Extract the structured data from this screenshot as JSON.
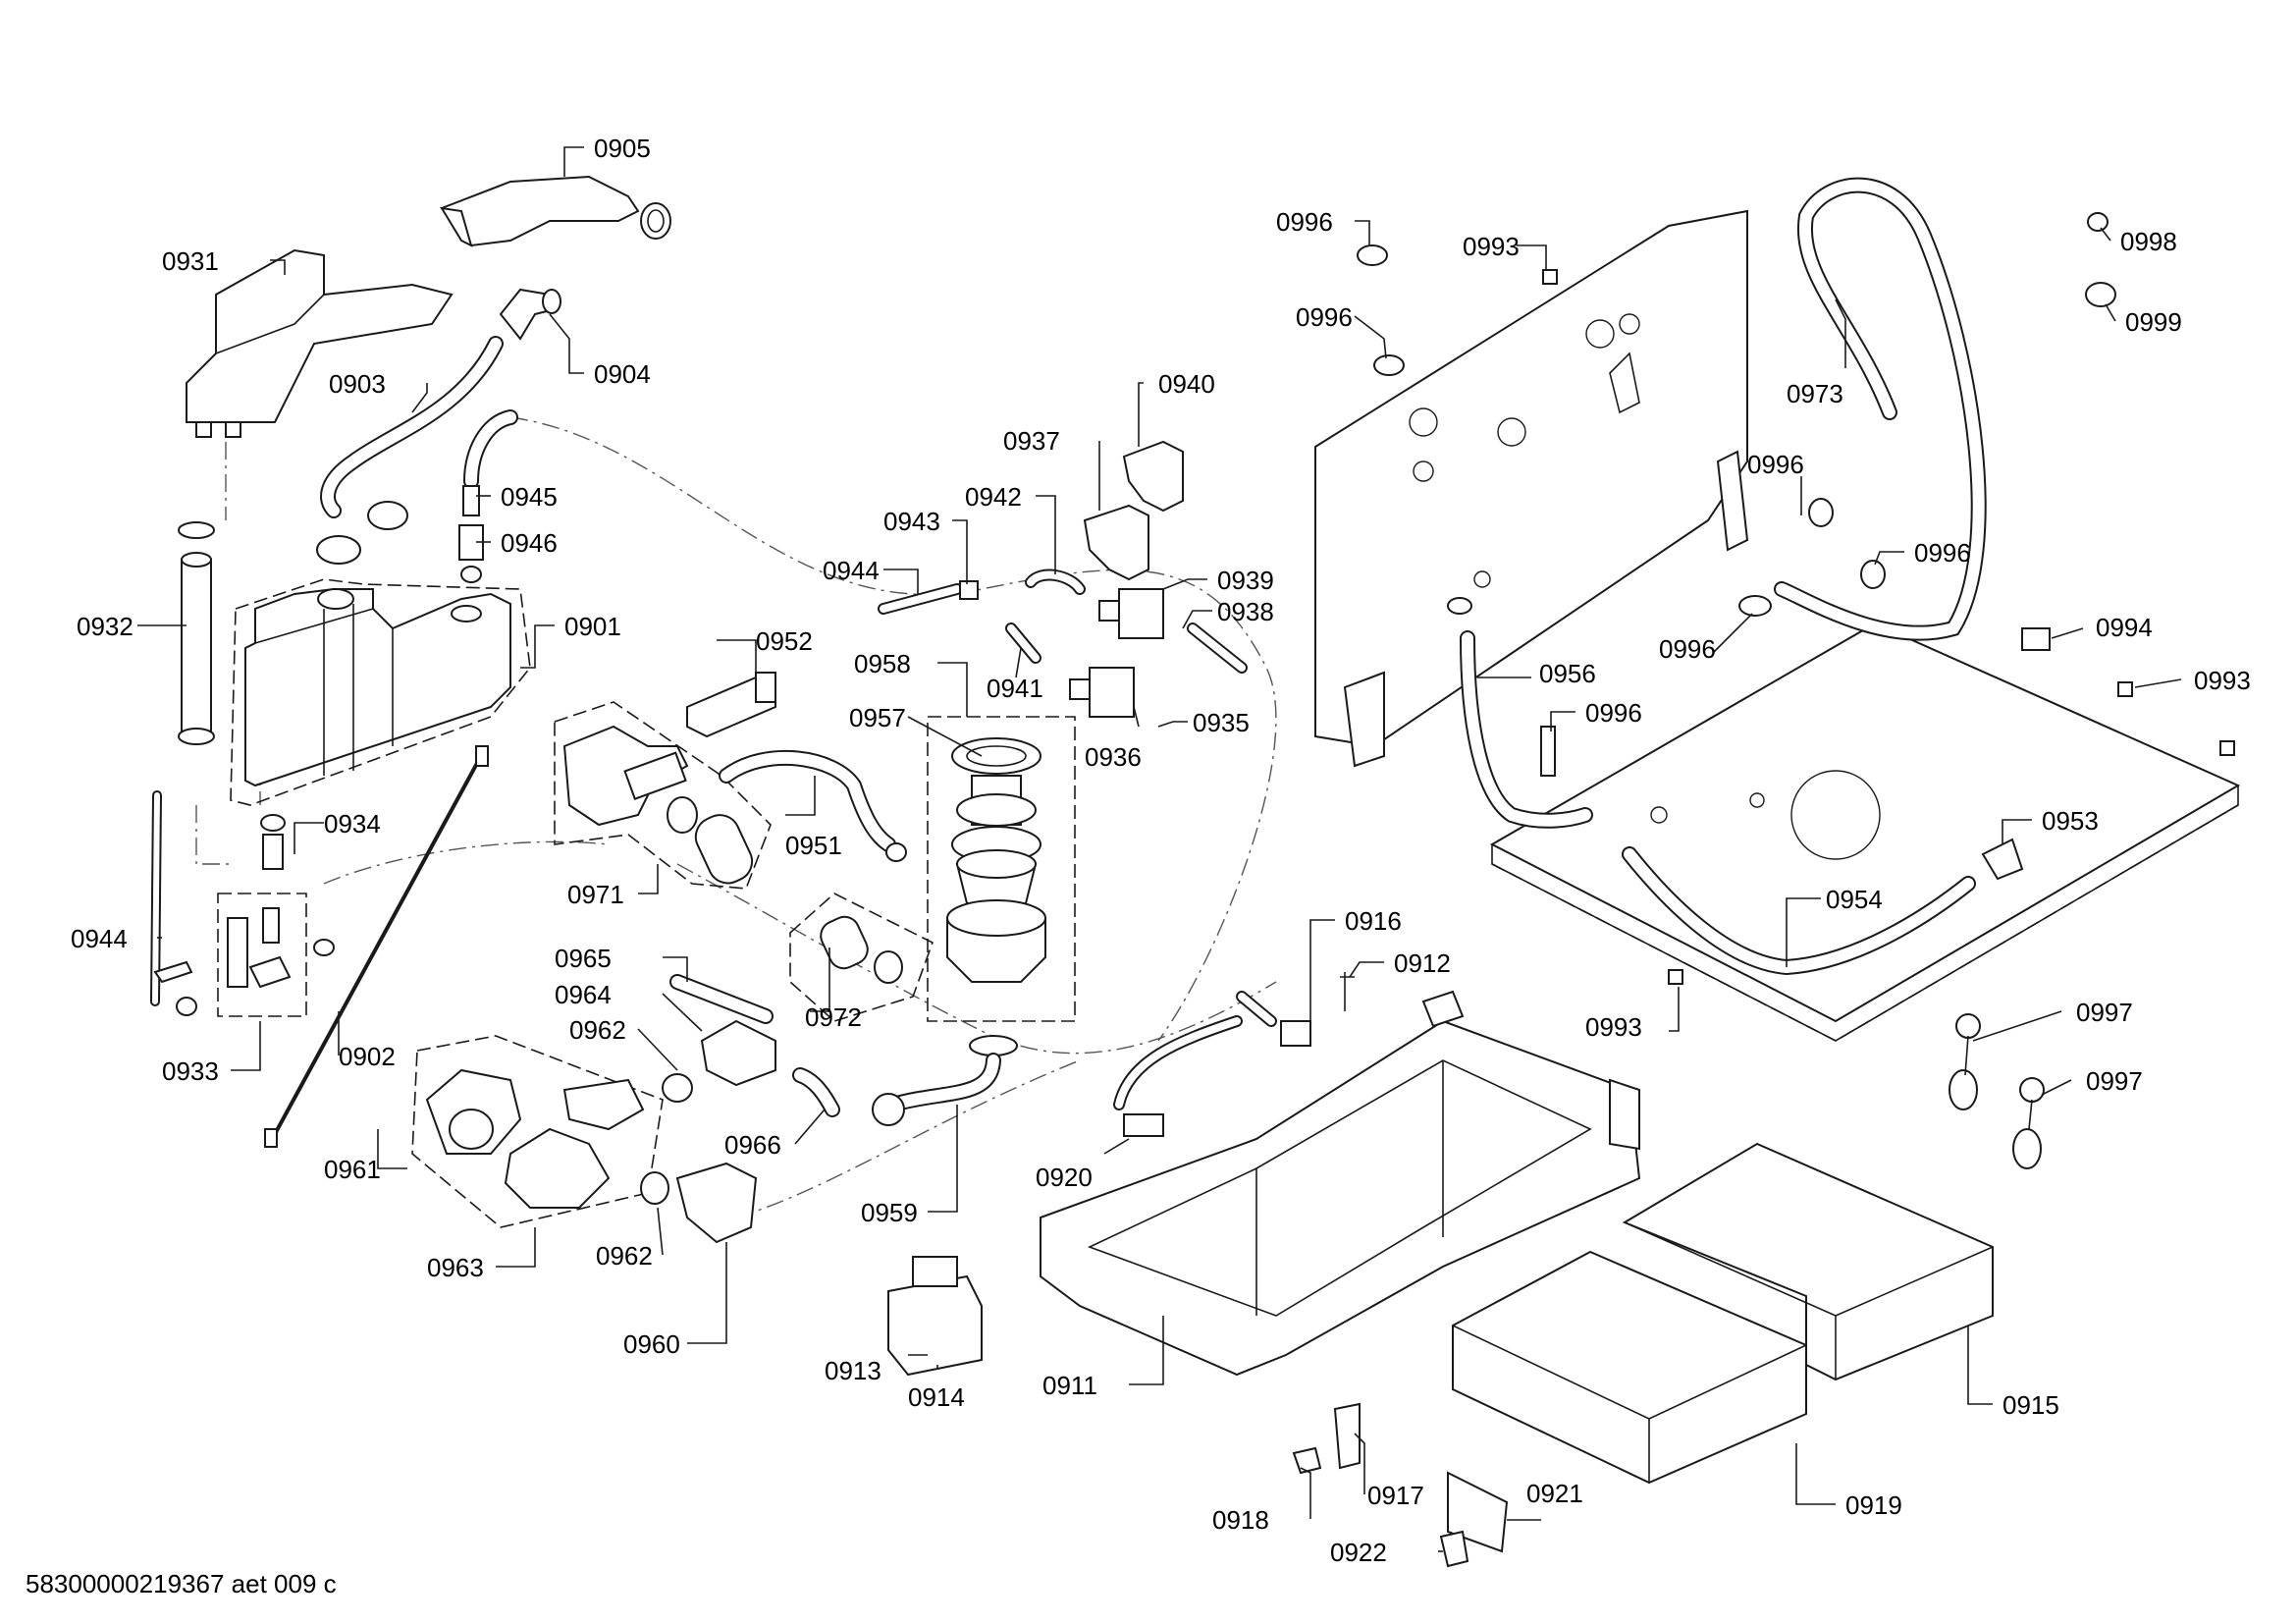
{
  "footer_id": "58300000219367 aet 009 c",
  "labels": {
    "l0905": "0905",
    "l0931": "0931",
    "l0904": "0904",
    "l0903": "0903",
    "l0945": "0945",
    "l0946": "0946",
    "l0932": "0932",
    "l0901": "0901",
    "l0934": "0934",
    "l0944a": "0944",
    "l0933": "0933",
    "l0902": "0902",
    "l0952": "0952",
    "l0958": "0958",
    "l0957": "0957",
    "l0951": "0951",
    "l0971": "0971",
    "l0972": "0972",
    "l0937": "0937",
    "l0940": "0940",
    "l0942": "0942",
    "l0943": "0943",
    "l0944b": "0944",
    "l0941": "0941",
    "l0939": "0939",
    "l0938": "0938",
    "l0936": "0936",
    "l0935": "0935",
    "l0965": "0965",
    "l0964": "0964",
    "l0962a": "0962",
    "l0961": "0961",
    "l0963": "0963",
    "l0962b": "0962",
    "l0960": "0960",
    "l0966": "0966",
    "l0959": "0959",
    "l0913": "0913",
    "l0914": "0914",
    "l0911": "0911",
    "l0920": "0920",
    "l0916": "0916",
    "l0912": "0912",
    "l0918": "0918",
    "l0917": "0917",
    "l0921": "0921",
    "l0922": "0922",
    "l0919": "0919",
    "l0915": "0915",
    "l0996a": "0996",
    "l0993a": "0993",
    "l0996b": "0996",
    "l0998": "0998",
    "l0999": "0999",
    "l0973": "0973",
    "l0996c": "0996",
    "l0996d": "0996",
    "l0996e": "0996",
    "l0994": "0994",
    "l0993b": "0993",
    "l0956": "0956",
    "l0996f": "0996",
    "l0953": "0953",
    "l0954": "0954",
    "l0993c": "0993",
    "l0997a": "0997",
    "l0997b": "0997"
  }
}
